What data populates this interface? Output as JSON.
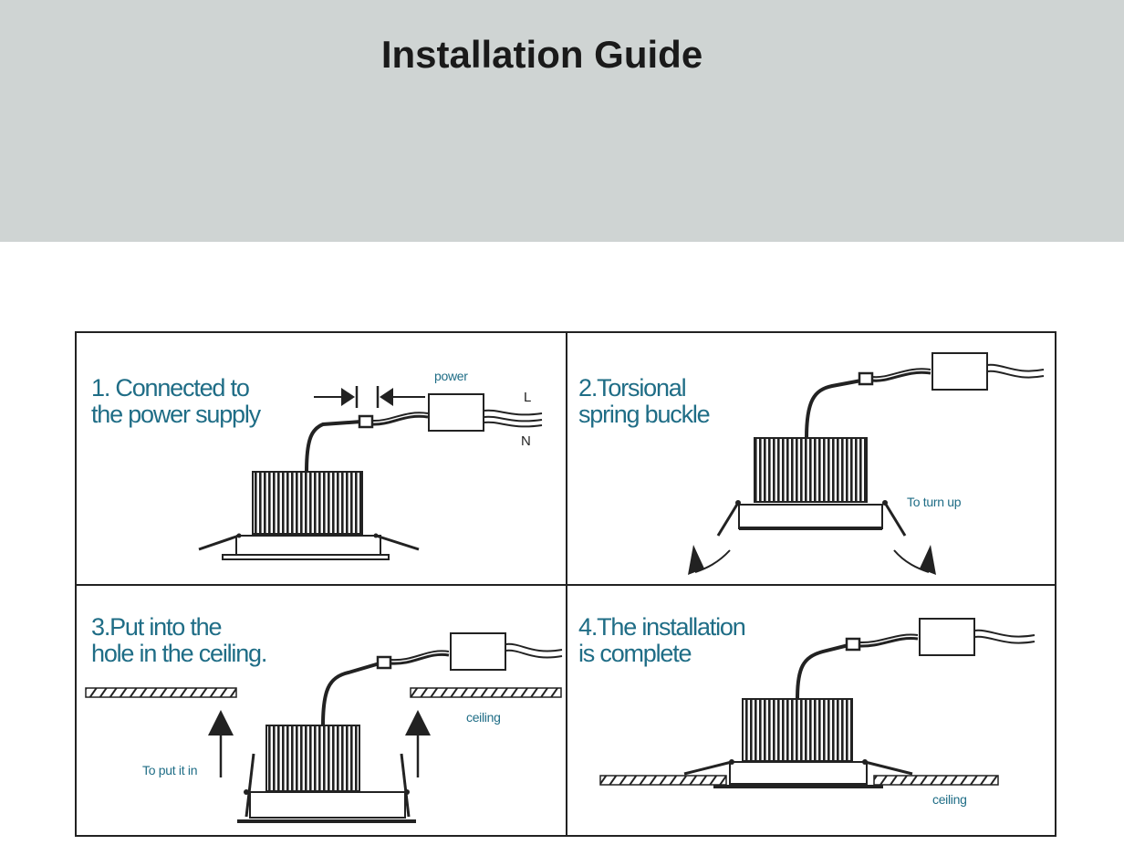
{
  "title": "Installation Guide",
  "colors": {
    "header_bg": "#cfd4d3",
    "label_teal": "#1f6d86",
    "line": "#222222"
  },
  "panels": [
    {
      "step_line1": "1. Connected to",
      "step_line2": " the power supply",
      "label_power": "power",
      "label_L": "L",
      "label_N": "N"
    },
    {
      "step_line1": "2.Torsional",
      "step_line2": "spring buckle",
      "label_turn": "To turn up"
    },
    {
      "step_line1": "3.Put into the",
      "step_line2": "hole in the ceiling.",
      "label_ceiling": "ceiling",
      "label_put": "To put it in"
    },
    {
      "step_line1": "4.The installation",
      "step_line2": "is complete",
      "label_ceiling": "ceiling"
    }
  ]
}
